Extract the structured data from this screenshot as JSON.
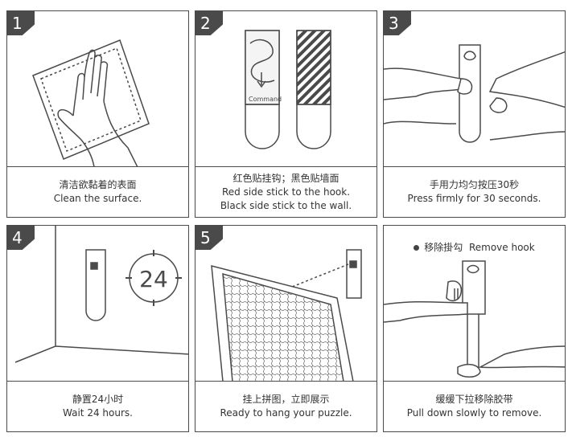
{
  "steps": [
    {
      "number": "1",
      "cn": "清洁欲黏着的表面",
      "en": "Clean the surface."
    },
    {
      "number": "2",
      "cn": "红色贴挂钩；黑色贴墙面",
      "en": "Red side stick to the hook.",
      "en2": "Black side stick to the wall.",
      "strip_text": "Command"
    },
    {
      "number": "3",
      "cn": "手用力均匀按压30秒",
      "en": "Press firmly for 30 seconds."
    },
    {
      "number": "4",
      "cn": "静置24小时",
      "en": "Wait 24 hours.",
      "badge": "24"
    },
    {
      "number": "5",
      "cn": "挂上拼图，立即展示",
      "en": "Ready to hang your puzzle."
    },
    {
      "number": "",
      "cn": "缓缓下拉移除胶带",
      "en": "Pull down slowly to remove.",
      "remove_cn": "移除掛勾",
      "remove_en": "Remove hook"
    }
  ],
  "colors": {
    "line": "#4a4a4a",
    "badge_bg": "#4a4a4a"
  }
}
